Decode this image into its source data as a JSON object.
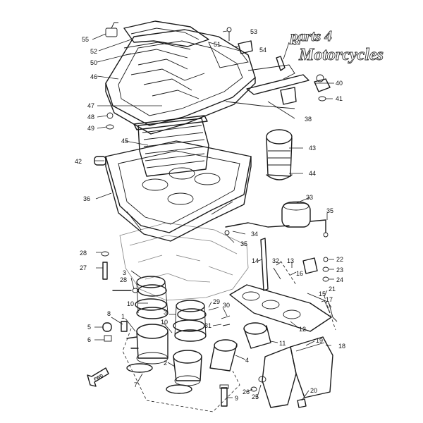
{
  "watermark": {
    "line1": "parts 4",
    "line2": "Motorcycles"
  },
  "direction_label": "FWD",
  "callouts": [
    {
      "id": "c55",
      "text": "55"
    },
    {
      "id": "c52",
      "text": "52"
    },
    {
      "id": "c50",
      "text": "50"
    },
    {
      "id": "c46",
      "text": "46"
    },
    {
      "id": "c47",
      "text": "47"
    },
    {
      "id": "c48",
      "text": "48"
    },
    {
      "id": "c49",
      "text": "49"
    },
    {
      "id": "c53",
      "text": "53"
    },
    {
      "id": "c51",
      "text": "51"
    },
    {
      "id": "c54",
      "text": "54"
    },
    {
      "id": "c39",
      "text": "39"
    },
    {
      "id": "c40",
      "text": "40"
    },
    {
      "id": "c41",
      "text": "41"
    },
    {
      "id": "c38",
      "text": "38"
    },
    {
      "id": "c45",
      "text": "45"
    },
    {
      "id": "c42",
      "text": "42"
    },
    {
      "id": "c43",
      "text": "43"
    },
    {
      "id": "c44",
      "text": "44"
    },
    {
      "id": "c36",
      "text": "36"
    },
    {
      "id": "c33",
      "text": "33"
    },
    {
      "id": "c35a",
      "text": "35"
    },
    {
      "id": "c34",
      "text": "34"
    },
    {
      "id": "c35b",
      "text": "35"
    },
    {
      "id": "c28a",
      "text": "28"
    },
    {
      "id": "c27",
      "text": "27"
    },
    {
      "id": "c3a",
      "text": "3"
    },
    {
      "id": "c28b",
      "text": "28"
    },
    {
      "id": "c22",
      "text": "22"
    },
    {
      "id": "c23",
      "text": "23"
    },
    {
      "id": "c24",
      "text": "24"
    },
    {
      "id": "c14",
      "text": "14"
    },
    {
      "id": "c32",
      "text": "32"
    },
    {
      "id": "c13",
      "text": "13"
    },
    {
      "id": "c16",
      "text": "16"
    },
    {
      "id": "c21",
      "text": "21"
    },
    {
      "id": "c15",
      "text": "15"
    },
    {
      "id": "c17",
      "text": "17"
    },
    {
      "id": "c10a",
      "text": "10"
    },
    {
      "id": "c3b",
      "text": "3"
    },
    {
      "id": "c29",
      "text": "29"
    },
    {
      "id": "c30",
      "text": "30"
    },
    {
      "id": "c31",
      "text": "31"
    },
    {
      "id": "c12",
      "text": "12"
    },
    {
      "id": "c8",
      "text": "8"
    },
    {
      "id": "c1",
      "text": "1"
    },
    {
      "id": "c10b",
      "text": "10"
    },
    {
      "id": "c5",
      "text": "5"
    },
    {
      "id": "c6",
      "text": "6"
    },
    {
      "id": "c11",
      "text": "11"
    },
    {
      "id": "c19",
      "text": "19"
    },
    {
      "id": "c18",
      "text": "18"
    },
    {
      "id": "c2",
      "text": "2"
    },
    {
      "id": "c4",
      "text": "4"
    },
    {
      "id": "c7",
      "text": "7"
    },
    {
      "id": "c26",
      "text": "26"
    },
    {
      "id": "c25",
      "text": "25"
    },
    {
      "id": "c9",
      "text": "9"
    },
    {
      "id": "c20",
      "text": "20"
    }
  ]
}
